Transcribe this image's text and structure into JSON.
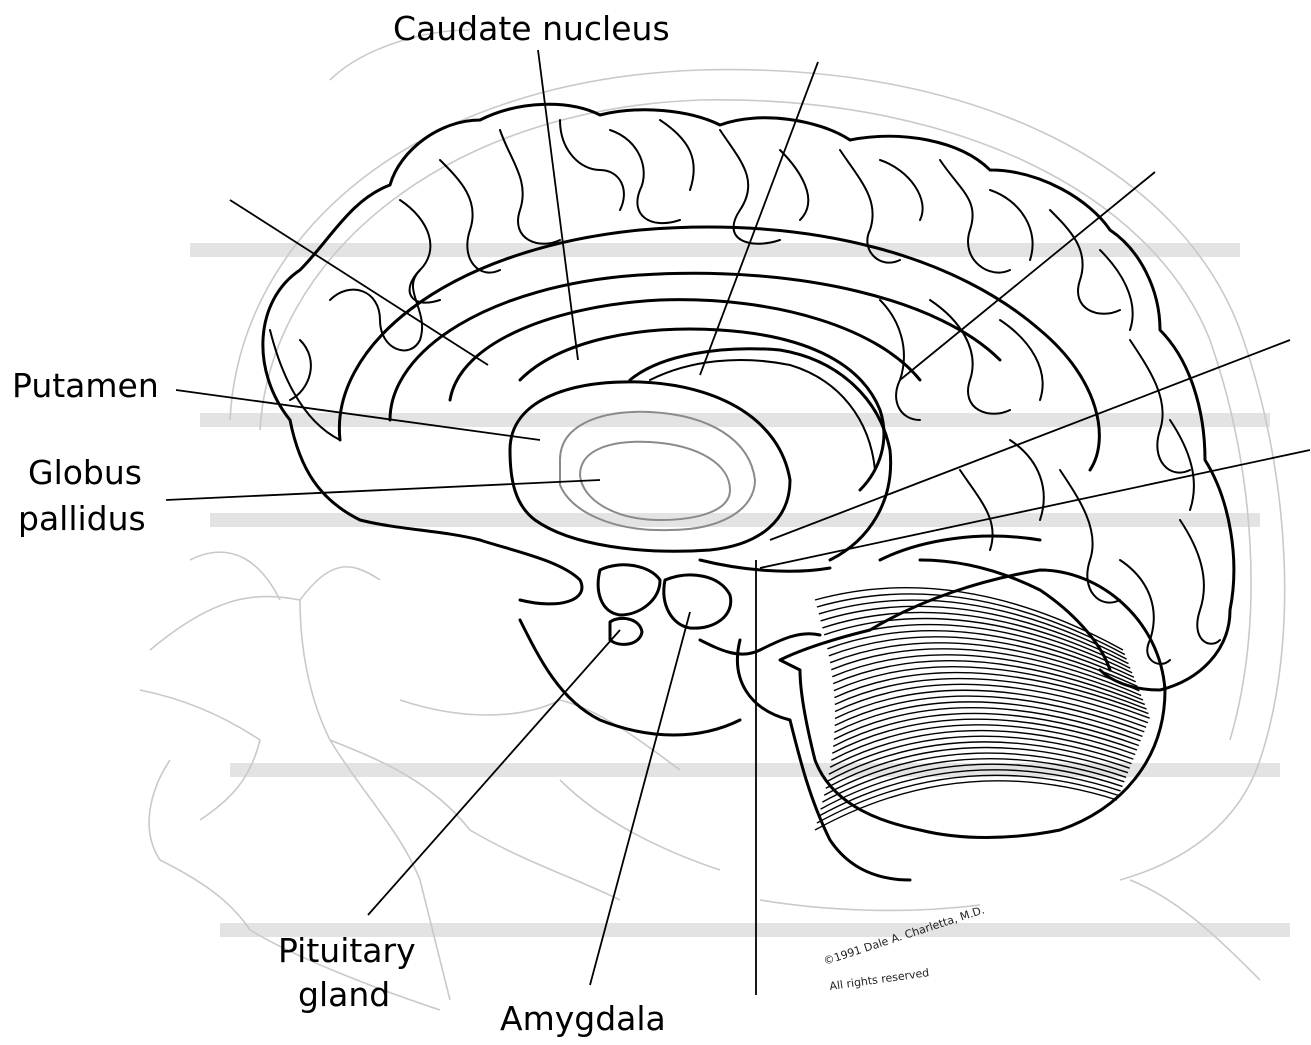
{
  "labels": {
    "caudate_nucleus": "Caudate nucleus",
    "putamen": "Putamen",
    "globus_line1": "Globus",
    "globus_line2": "pallidus",
    "pituitary_line1": "Pituitary",
    "pituitary_line2": "gland",
    "amygdala": "Amygdala"
  },
  "copyright": {
    "line1": "©1991 Dale A. Charletta, M.D.",
    "line2": "All rights reserved"
  },
  "colors": {
    "ink": "#000000",
    "faint_head": "#c9c9c9",
    "background": "#ffffff"
  }
}
